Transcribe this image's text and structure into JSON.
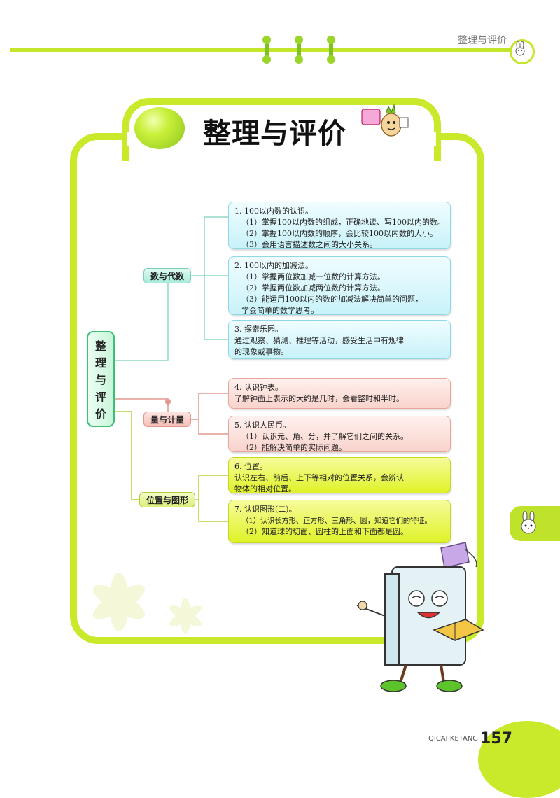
{
  "header": {
    "section_name": "整理与评价"
  },
  "title": "整理与评价",
  "root_chars": [
    "整",
    "理",
    "与",
    "评",
    "价"
  ],
  "categories": [
    {
      "label": "数与代数",
      "color": "#a8ecd9"
    },
    {
      "label": "量与计量",
      "color": "#f5bfb7"
    },
    {
      "label": "位置与图形",
      "color": "#dbf07a"
    }
  ],
  "items": [
    {
      "lines": [
        "1. 100以内数的认识。",
        "（1）掌握100以内数的组成，正确地读、写100以内的数。",
        "（2）掌握100以内数的顺序，会比较100以内数的大小。",
        "（3）会用语言描述数之间的大小关系。"
      ]
    },
    {
      "lines": [
        "2. 100以内的加减法。",
        "（1）掌握两位数加减一位数的计算方法。",
        "（2）掌握两位数加减两位数的计算方法。",
        "（3）能运用100以内的数的加减法解决简单的问题，",
        "学会简单的数学思考。"
      ]
    },
    {
      "lines": [
        "3. 探索乐园。",
        "通过观察、猜测、推理等活动，感受生活中有规律",
        "的现象或事物。"
      ]
    },
    {
      "lines": [
        "4. 认识钟表。",
        "了解钟面上表示的大约是几时，会看整时和半时。"
      ]
    },
    {
      "lines": [
        "5. 认识人民币。",
        "（1）认识元、角、分，并了解它们之间的关系。",
        "（2）能解决简单的实际问题。"
      ]
    },
    {
      "lines": [
        "6. 位置。",
        "认识左右、前后、上下等相对的位置关系，会辨认",
        "物体的相对位置。"
      ]
    },
    {
      "lines": [
        "7. 认识图形(二)。",
        "（1）认识长方形、正方形、三角形、圆，知道它们的特征。",
        "（2）知道球的切面、圆柱的上面和下面都是圆。"
      ]
    }
  ],
  "footer": {
    "brand": "QICAI KETANG",
    "page_number": "157"
  },
  "colors": {
    "accent": "#c8ea2a",
    "blue_box": "#c8f2f9",
    "pink_box": "#f9d3cc",
    "green_box": "#dff227"
  }
}
